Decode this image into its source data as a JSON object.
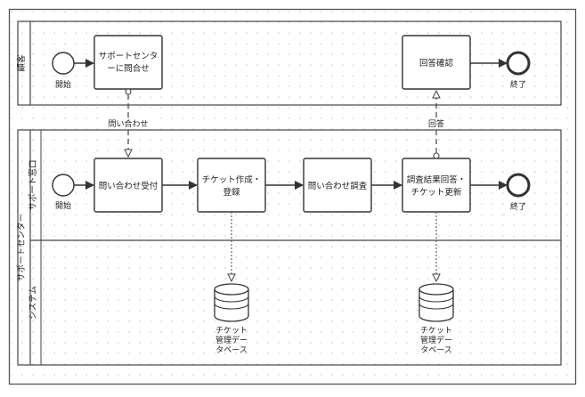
{
  "pools": {
    "customer": {
      "label": "顧客"
    },
    "support": {
      "label": "サポートセンター",
      "lanes": [
        {
          "label": "サポート窓口"
        },
        {
          "label": "システム"
        }
      ]
    }
  },
  "events": {
    "customer_start": "開始",
    "customer_end": "終了",
    "support_start": "開始",
    "support_end": "終了"
  },
  "tasks": {
    "contact_support": [
      "サポートセンタ",
      "ーに問合せ"
    ],
    "confirm_answer": [
      "回答確認"
    ],
    "receive_inquiry": [
      "問い合わせ受付"
    ],
    "create_ticket": [
      "チケット作成・",
      "登録"
    ],
    "investigate": [
      "問い合わせ調査"
    ],
    "answer_update": [
      "調査結果回答・",
      "チケット更新"
    ]
  },
  "messages": {
    "inquiry": "問い合わせ",
    "answer": "回答"
  },
  "datastores": {
    "ticket_db_1": [
      "チケット",
      "管理デー",
      "タベース"
    ],
    "ticket_db_2": [
      "チケット",
      "管理デー",
      "タベース"
    ]
  },
  "colors": {
    "stroke": "#333333",
    "grid_dot": "#c8c8c8",
    "task_fill": "#ffffff"
  }
}
